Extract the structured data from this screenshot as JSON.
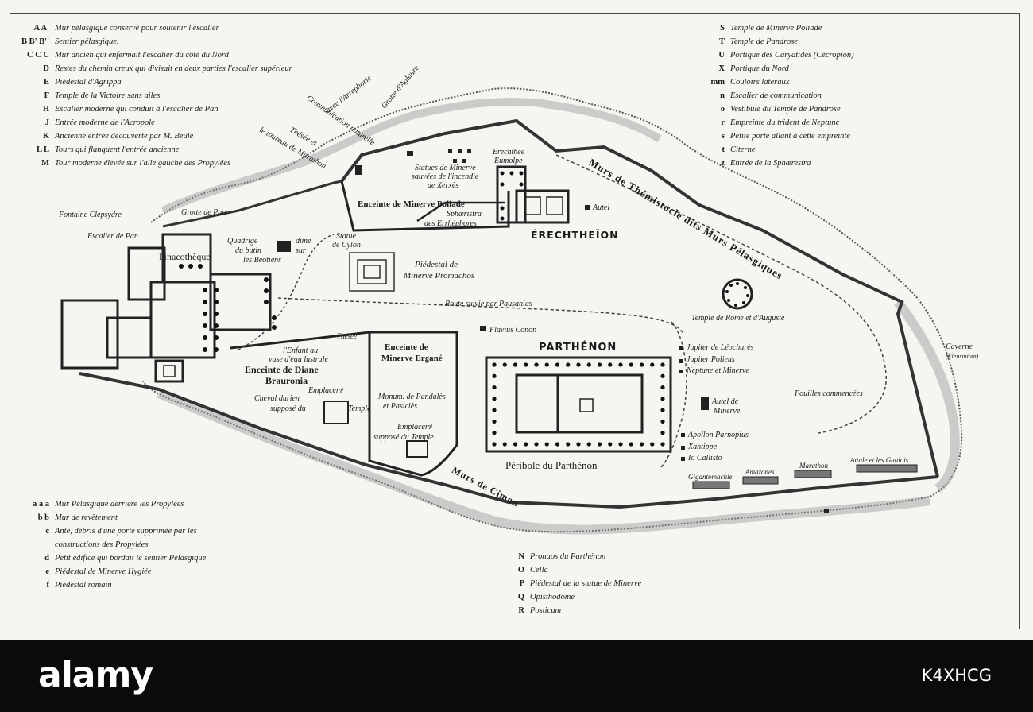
{
  "legend_top_left": [
    {
      "key": "A A'",
      "text": "Mur pélasgique conservé pour soutenir l'escalier"
    },
    {
      "key": "B B' B''",
      "text": "Sentier pélasgique."
    },
    {
      "key": "C C C",
      "text": "Mur ancien qui enfermait l'escalier du côté du Nord"
    },
    {
      "key": "D",
      "text": "Restes du chemin creux qui divisait en deux parties l'escalier supérieur"
    },
    {
      "key": "E",
      "text": "Piédestal d'Agrippa"
    },
    {
      "key": "F",
      "text": "Temple de la Victoire sans ailes"
    },
    {
      "key": "H",
      "text": "Escalier moderne qui conduit à l'escalier de Pan"
    },
    {
      "key": "J",
      "text": "Entrée moderne de l'Acropole"
    },
    {
      "key": "K",
      "text": "Ancienne entrée découverte par M. Beulé"
    },
    {
      "key": "L L",
      "text": "Tours qui flanquent l'entrée ancienne"
    },
    {
      "key": "M",
      "text": "Tour moderne élevée sur l'aile gauche des Propylées"
    }
  ],
  "legend_top_right": [
    {
      "key": "S",
      "text": "Temple de Minerve Poliade"
    },
    {
      "key": "T",
      "text": "Temple de Pandrose"
    },
    {
      "key": "U",
      "text": "Portique des Caryatides (Cécropion)"
    },
    {
      "key": "X",
      "text": "Portique du Nord"
    },
    {
      "key": "mm",
      "text": "Couloirs lateraux"
    },
    {
      "key": "n",
      "text": "Escalier de communication"
    },
    {
      "key": "o",
      "text": "Vestibule du Temple de Pandrose"
    },
    {
      "key": "r",
      "text": "Empreinte du trident de Neptune"
    },
    {
      "key": "s",
      "text": "Petite porte allant à cette empreinte"
    },
    {
      "key": "t",
      "text": "Citerne"
    },
    {
      "key": "z",
      "text": "Entrée de la Sphærestra"
    }
  ],
  "legend_bottom_left": [
    {
      "key": "a a a",
      "text": "Mur Pélasgique derrière les Propylées"
    },
    {
      "key": "b b",
      "text": "Mur de revêtement"
    },
    {
      "key": "c",
      "text": "Ante, débris d'une porte supprimée par les"
    },
    {
      "key": "",
      "text": "constructions des Propylées"
    },
    {
      "key": "d",
      "text": "Petit édifice qui bordait le sentier Pélasgique"
    },
    {
      "key": "e",
      "text": "Piédestal de Minerve Hygiée"
    },
    {
      "key": "f",
      "text": "Piédestal romain"
    }
  ],
  "legend_bottom_mid": [
    {
      "key": "N",
      "text": "Pronaos du Parthénon"
    },
    {
      "key": "O",
      "text": "Cella"
    },
    {
      "key": "P",
      "text": "Piédestal de la statue de Minerve"
    },
    {
      "key": "Q",
      "text": "Opisthodome"
    },
    {
      "key": "R",
      "text": "Posticum"
    }
  ],
  "map_labels": {
    "grotte_aglaure": "Grotte d'Aglaure",
    "communication": "Communication naturelle",
    "avec_arrephorie": "avec l'Arrephorie",
    "thesee": "Thésée et",
    "taureau": "le taureau de Marathon",
    "fontaine": "Fontaine Clepsydre",
    "grotte_pan": "Grotte de Pan",
    "escalier_pan": "Escalier de Pan",
    "pinacotheque": "Pinacothèque",
    "quadrige": "Quadrige",
    "dime": "dîme",
    "du_butin": "du butin",
    "sur": "sur",
    "les_beotiens": "les Béotiens",
    "statue_cylon1": "Statue",
    "statue_cylon2": "de Cylon",
    "statues_minerve1": "Statues de Minerve",
    "statues_minerve2": "sauvées de l'incendie",
    "statues_minerve3": "de Xerxès",
    "erechthee1": "Erechthée",
    "erechthee2": "Eumolpe",
    "enceinte_poliade": "Enceinte de Minerve Poliade",
    "sphaeristra1": "Sphæristra",
    "sphaeristra2": "des Errhéphores",
    "autel": "Autel",
    "erechtheion": "ÉRECHTHEÏON",
    "piedestal_promachos1": "Piédestal de",
    "piedestal_promachos2": "Minerve Promachos",
    "murs_themistocle": "Murs de Thémistocle dits Murs Pélasgiques",
    "route_pausanias": "Route suivie par Pausanias",
    "temple_rome": "Temple de Rome et d'Auguste",
    "flavius": "Flavius Conon",
    "parthenon": "PARTHÉNON",
    "jupiter_leochares": "Jupiter de Léocharès",
    "jupiter_polieus": "Jupiter Polieus",
    "neptune_minerve": "Neptune et Minerve",
    "caverne1": "Caverne",
    "caverne2": "(Eleusinium)",
    "autel_minerve1": "Autel de",
    "autel_minerve2": "Minerve",
    "fouilles": "Fouilles commencées",
    "apollon": "Apollon Parnopius",
    "xantippe": "Xantippe",
    "io": "Io Callisto",
    "peribole": "Péribole du Parthénon",
    "gigantomachie": "Gigantomachie",
    "amazones": "Amazones",
    "marathon": "Marathon",
    "attale": "Attale et les Gaulois",
    "murs_cimon": "Murs de Cimon",
    "enceinte_ergane1": "Enceinte de",
    "enceinte_ergane2": "Minerve Ergané",
    "monum1": "Monum. de Pandalès",
    "monum2": "et Pasiclès",
    "emplacem_temple": "Emplacemᵗ",
    "suppose_temple": "supposé du Temple",
    "enceinte_diane1": "Enceinte de Diane",
    "enceinte_diane2": "Brauronia",
    "enfant1": "l'Enfant au",
    "enfant2": "vase d'eau lustrale",
    "these_small": "Thésée",
    "cheval1": "Cheval durien",
    "cheval2": "supposé du",
    "emplacem2": "Emplacemᵗ",
    "temple2": "Temple"
  },
  "footer": {
    "brand": "alamy",
    "image_id": "K4XHCG"
  }
}
